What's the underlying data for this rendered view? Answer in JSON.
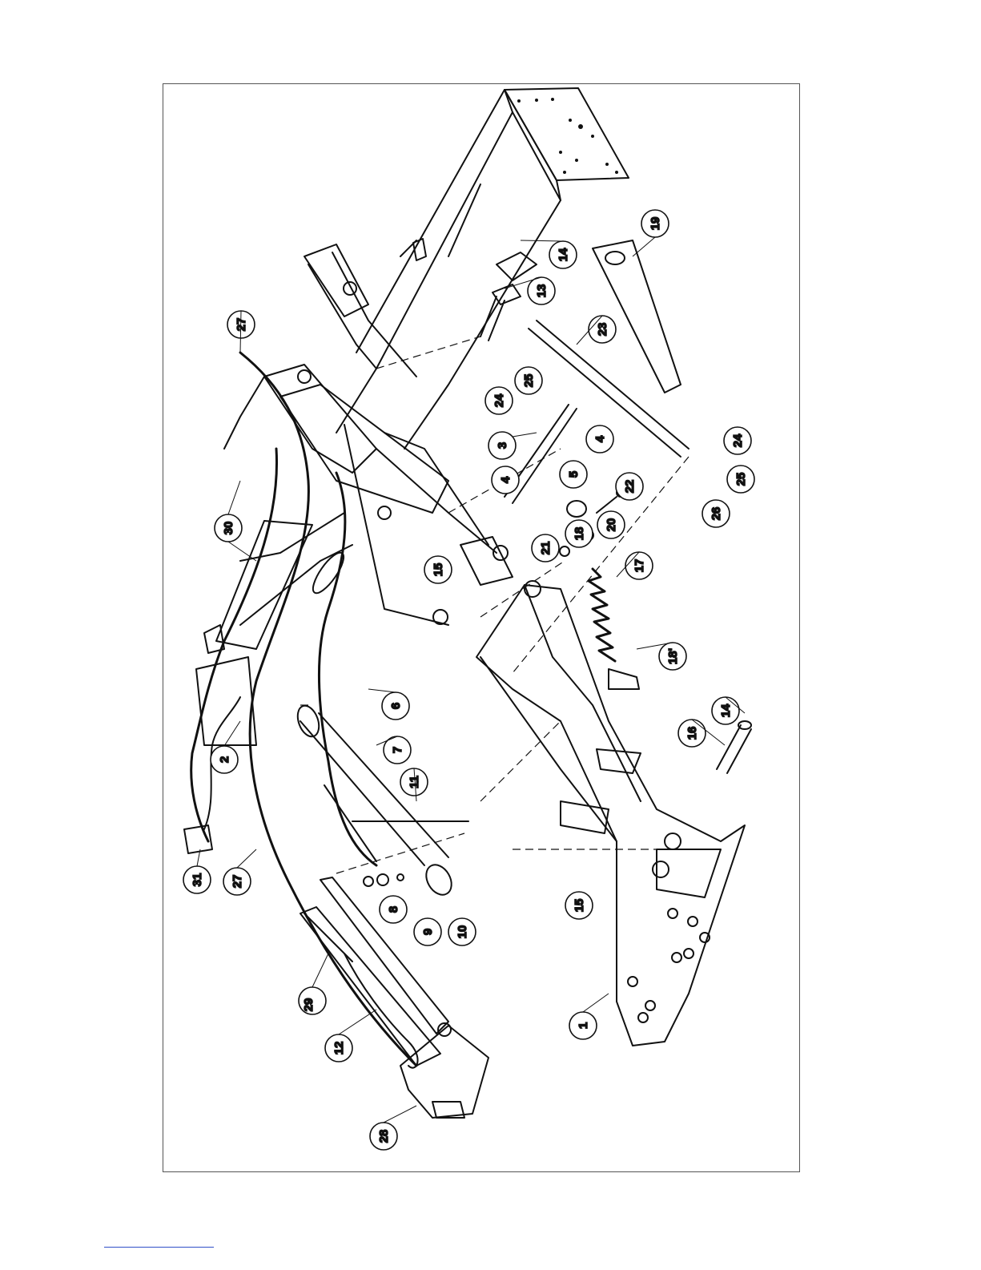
{
  "figure": {
    "description_visible": false,
    "callouts": [
      {
        "id": "c1",
        "label": "1"
      },
      {
        "id": "c2",
        "label": "2"
      },
      {
        "id": "c3",
        "label": "3"
      },
      {
        "id": "c4a",
        "label": "4"
      },
      {
        "id": "c4b",
        "label": "4"
      },
      {
        "id": "c5",
        "label": "5"
      },
      {
        "id": "c6",
        "label": "6"
      },
      {
        "id": "c7",
        "label": "7"
      },
      {
        "id": "c8",
        "label": "8"
      },
      {
        "id": "c9",
        "label": "9"
      },
      {
        "id": "c10",
        "label": "10"
      },
      {
        "id": "c11",
        "label": "11"
      },
      {
        "id": "c12",
        "label": "12"
      },
      {
        "id": "c13",
        "label": "13"
      },
      {
        "id": "c14a",
        "label": "14"
      },
      {
        "id": "c14b",
        "label": "14"
      },
      {
        "id": "c15a",
        "label": "15"
      },
      {
        "id": "c15b",
        "label": "15"
      },
      {
        "id": "c16",
        "label": "16"
      },
      {
        "id": "c17",
        "label": "17"
      },
      {
        "id": "c18a",
        "label": "18"
      },
      {
        "id": "c18b",
        "label": "18'"
      },
      {
        "id": "c19",
        "label": "19"
      },
      {
        "id": "c20",
        "label": "20"
      },
      {
        "id": "c21",
        "label": "21"
      },
      {
        "id": "c22",
        "label": "22"
      },
      {
        "id": "c23",
        "label": "23"
      },
      {
        "id": "c24a",
        "label": "24"
      },
      {
        "id": "c24b",
        "label": "24"
      },
      {
        "id": "c25a",
        "label": "25"
      },
      {
        "id": "c25b",
        "label": "25"
      },
      {
        "id": "c26",
        "label": "26"
      },
      {
        "id": "c27a",
        "label": "27"
      },
      {
        "id": "c27b",
        "label": "27"
      },
      {
        "id": "c28",
        "label": "28"
      },
      {
        "id": "c29",
        "label": "29"
      },
      {
        "id": "c30",
        "label": "30"
      },
      {
        "id": "c31",
        "label": "31"
      }
    ]
  },
  "colors": {
    "ink": "#111111",
    "paper": "#ffffff",
    "frame": "#555555",
    "link_underline": "#3050c8"
  }
}
